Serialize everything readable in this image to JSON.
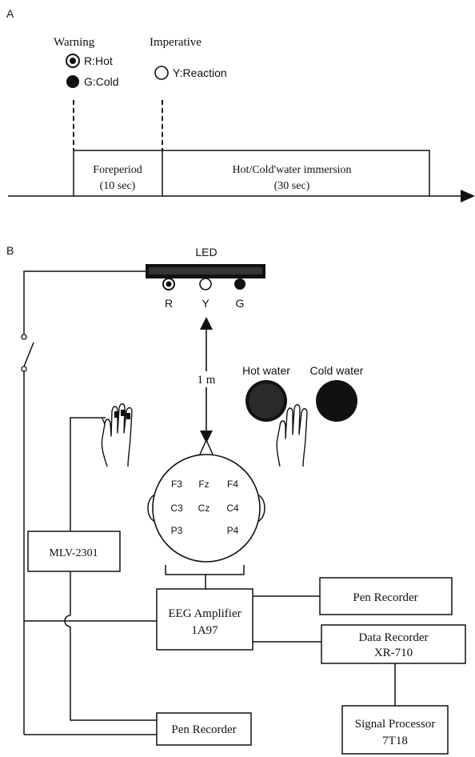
{
  "panel_a": {
    "label": "A",
    "warning_heading": "Warning",
    "imperative_heading": "Imperative",
    "warning_hot": "R:Hot",
    "warning_cold": "G:Cold",
    "imperative_reaction": "Y:Reaction",
    "foreperiod_title": "Foreperiod",
    "foreperiod_duration": "(10 sec)",
    "immersion_title": "Hot/Cold'water immersion",
    "immersion_duration": "(30 sec)"
  },
  "panel_b": {
    "label": "B",
    "led_label": "LED",
    "led_r": "R",
    "led_y": "Y",
    "led_g": "G",
    "distance": "1 m",
    "hot_water": "Hot water",
    "cold_water": "Cold water",
    "electrodes": {
      "f3": "F3",
      "fz": "Fz",
      "f4": "F4",
      "c3": "C3",
      "cz": "Cz",
      "c4": "C4",
      "p3": "P3",
      "p4": "P4"
    },
    "mlv": "MLV-2301",
    "eeg_amp_line1": "EEG Amplifier",
    "eeg_amp_line2": "1A97",
    "pen_recorder_top": "Pen Recorder",
    "data_recorder_line1": "Data Recorder",
    "data_recorder_line2": "XR-710",
    "pen_recorder_bottom": "Pen Recorder",
    "signal_proc_line1": "Signal Processor",
    "signal_proc_line2": "7T18"
  },
  "colors": {
    "ink": "#111111",
    "background": "#ffffff"
  }
}
